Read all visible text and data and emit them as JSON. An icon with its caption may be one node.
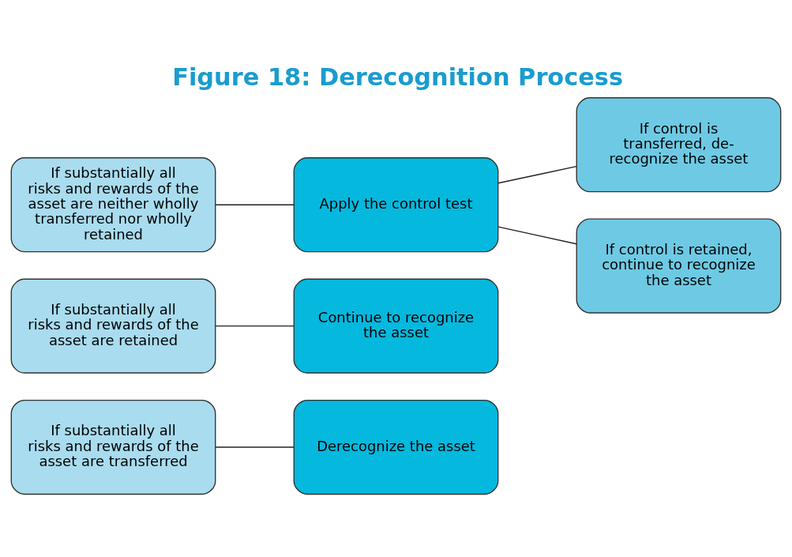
{
  "diagram": {
    "title": "Figure 18: Derecognition Process",
    "nodes": [
      {
        "text": [
          "If substantially all risks and rewards of the asset are transferred"
        ]
      },
      {
        "text": [
          "Derecognize the asset"
        ]
      },
      {
        "text": [
          "If substantially all risks and rewards of the asset are retained"
        ]
      },
      {
        "text": [
          "Continue to recognize the asset"
        ]
      },
      {
        "text": [
          "If substantially all risks and rewards of the asset are neither wholly transferred nor wholly retained"
        ]
      },
      {
        "text": [
          "Apply the control test"
        ]
      },
      {
        "text": [
          "If control is transferred, de-recognize the asset"
        ]
      },
      {
        "text": [
          "If control is retained, continue to recognize the asset"
        ]
      }
    ],
    "edges": [
      {
        "from": 0,
        "to": 1,
        "arrow": "none"
      },
      {
        "from": 2,
        "to": 3,
        "arrow": "none"
      },
      {
        "from": 4,
        "to": 5,
        "arrow": "none"
      },
      {
        "from": 5,
        "to": 6,
        "arrow": "none"
      },
      {
        "from": 5,
        "to": 7,
        "arrow": "none"
      }
    ]
  }
}
